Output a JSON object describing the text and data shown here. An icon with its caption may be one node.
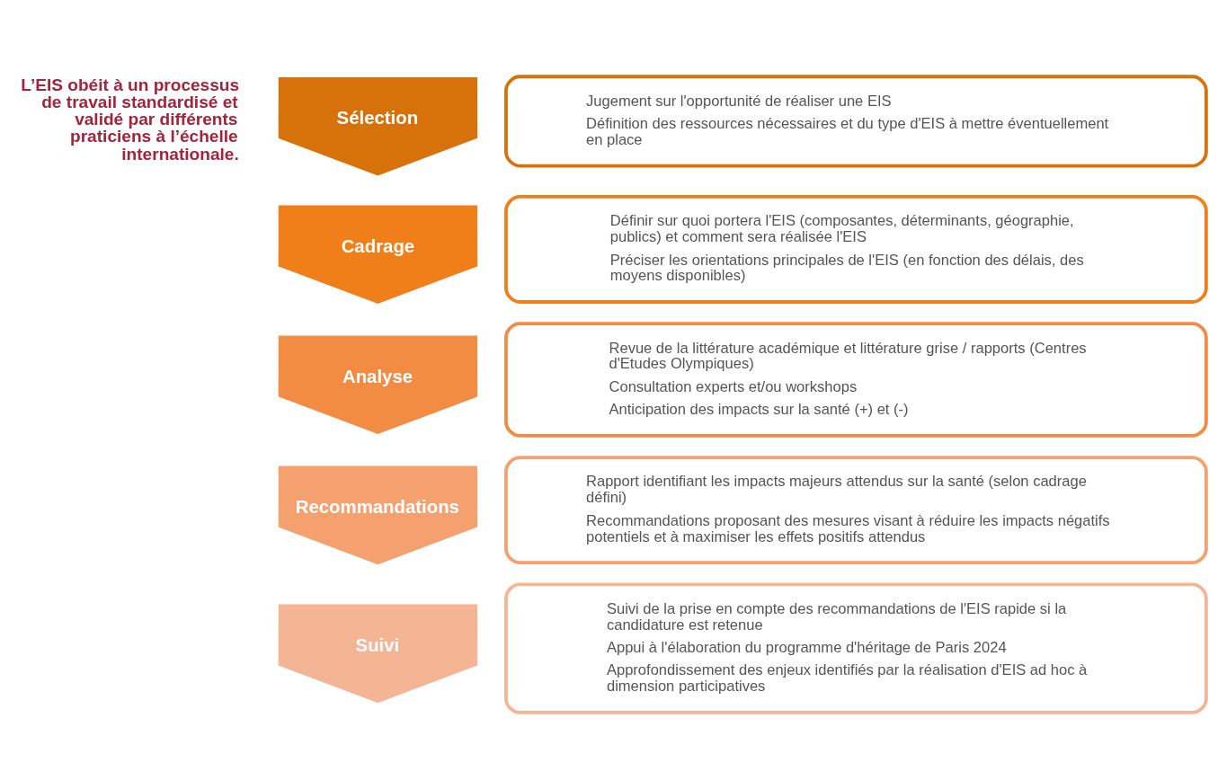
{
  "diagram": {
    "nodes": [
      {
        "text": [
          "Sélection"
        ]
      },
      {
        "text": [
          "Jugement sur l'opportunité de réaliser une EIS",
          "Définition des ressources nécessaires et du type d'EIS à mettre éventuellement en place"
        ]
      },
      {
        "text": [
          "Cadrage"
        ]
      },
      {
        "text": [
          "Définir sur quoi portera l'EIS (composantes, déterminants, géographie, publics) et comment sera réalisée l'EIS",
          "Préciser les orientations principales de l'EIS (en fonction des délais, des moyens disponibles)"
        ]
      },
      {
        "text": [
          "Analyse"
        ]
      },
      {
        "text": [
          "Revue de la littérature académique et littérature grise / rapports (Centres d'Etudes Olympiques)",
          "Consultation experts et/ou workshops",
          "Anticipation des impacts sur la santé (+) et (-)"
        ]
      },
      {
        "text": [
          "Recommandations"
        ]
      },
      {
        "text": [
          "Rapport identifiant les impacts majeurs attendus sur la santé (selon cadrage défini)",
          "Recommandations proposant des mesures visant à réduire les impacts négatifs potentiels et à maximiser les effets positifs attendus"
        ]
      },
      {
        "text": [
          "Suivi"
        ]
      },
      {
        "text": [
          "Suivi de la prise en compte des recommandations de l'EIS rapide si la candidature est retenue",
          "Appui à l'élaboration du programme d'héritage de Paris 2024",
          "Approfondissement des enjeux identifiés par la réalisation d'EIS ad hoc à dimension participatives"
        ]
      }
    ],
    "labels": [
      "L’EIS obéit à un processus de travail standardisé et validé par différents praticiens à l’échelle internationale."
    ]
  }
}
